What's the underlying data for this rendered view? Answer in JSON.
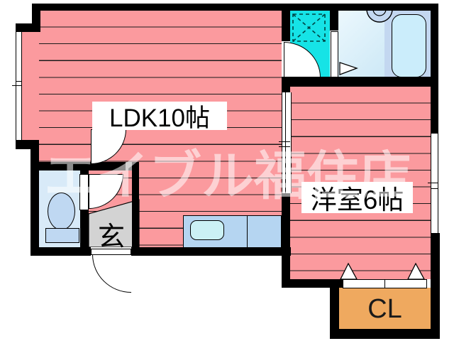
{
  "plan": {
    "type": "apartment-floorplan",
    "watermark_text": "エイブル福住店",
    "rooms": {
      "ldk": {
        "label": "LDK10帖"
      },
      "western_room": {
        "label": "洋室6帖"
      },
      "entrance": {
        "label": "玄"
      },
      "closet": {
        "label": "CL"
      }
    },
    "fixtures": [
      "bathtub",
      "wash-basin",
      "washing-machine-pan",
      "toilet",
      "kitchen-counter",
      "kitchen-sink",
      "bay-window",
      "sliding-door",
      "hinged-doors",
      "entrance-door",
      "closet-folding-door"
    ],
    "colors": {
      "room_pink": "#fb9a9e",
      "hatch_line": "#1b1b1b",
      "washroom_cyan": "#16e3e6",
      "bathroom_light": "#e8f6fc",
      "bathroom_deep": "#c4e3f3",
      "fixture_periwinkle": "#c3d7f0",
      "bathtub_fill": "#cbedfb",
      "toilet_room": "#d8eaf8",
      "counter_blue": "#b5d5f1",
      "kitchen_sink": "#cbf1f5",
      "entrance_gray": "#d3d3d3",
      "closet_orange": "#efa95f",
      "wall": "#000000",
      "watermark_white": "rgba(255,255,255,0.55)"
    }
  }
}
